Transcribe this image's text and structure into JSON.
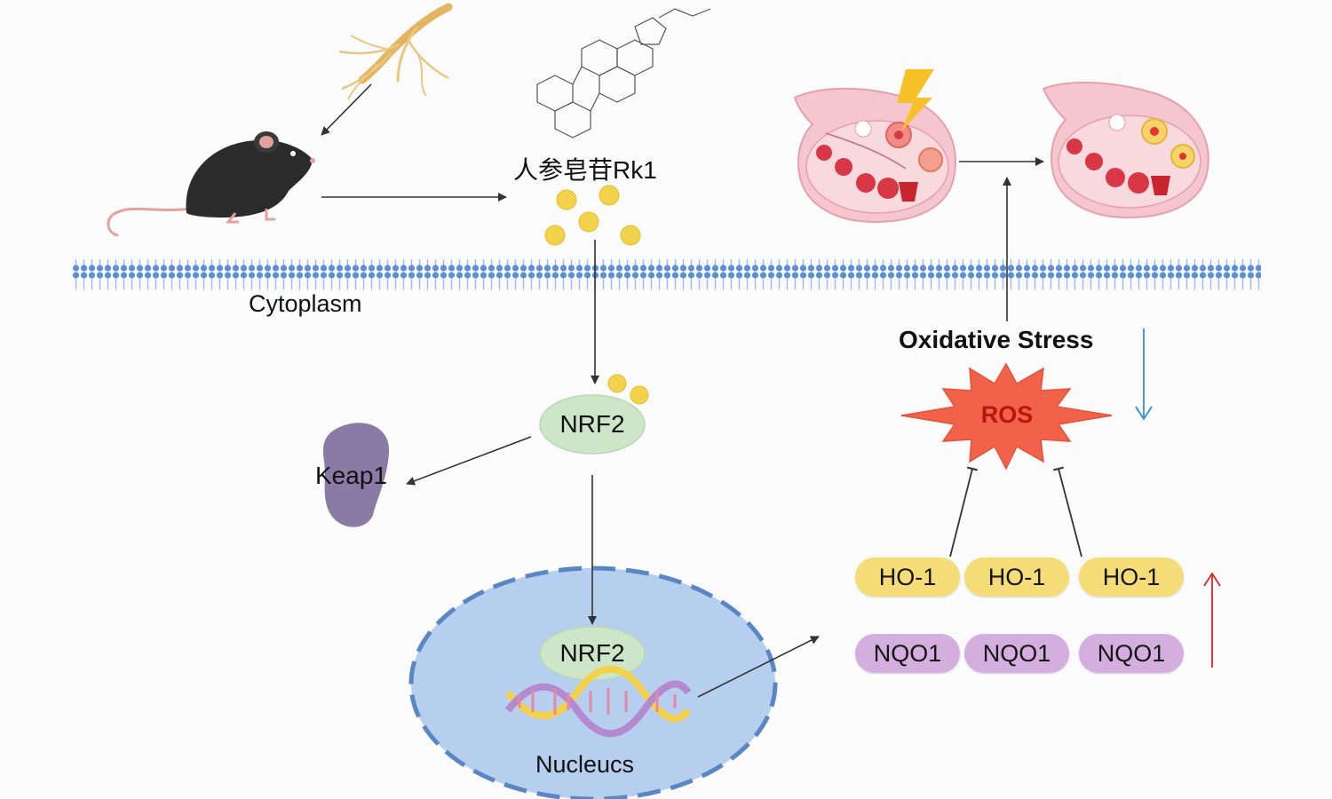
{
  "compound": {
    "label": "人参皂苷Rk1"
  },
  "membrane": {
    "label": "Cytoplasm"
  },
  "nrf2": {
    "cyto_label": "NRF2",
    "nuclear_label": "NRF2"
  },
  "keap1": {
    "label": "Keap1"
  },
  "nucleus": {
    "label": "Nucleucs"
  },
  "stress": {
    "label": "Oxidative Stress",
    "ros_label": "ROS"
  },
  "genes": {
    "ho1": [
      "HO-1",
      "HO-1",
      "HO-1"
    ],
    "nqo1": [
      "NQO1",
      "NQO1",
      "NQO1"
    ]
  },
  "colors": {
    "membrane": "#5b8fd6",
    "nucleus_fill": "#b7cfee",
    "nucleus_border": "#5a86c4",
    "nrf2_fill": "#cde6c8",
    "keap1_fill": "#8a7aa6",
    "ros_fill": "#f0624a",
    "ho1_fill": "#f6dc77",
    "nqo1_fill": "#d5aee0",
    "rk1_dot": "#f3d34c",
    "down_arrow": "#2f8ee0",
    "up_arrow": "#d6282c"
  }
}
